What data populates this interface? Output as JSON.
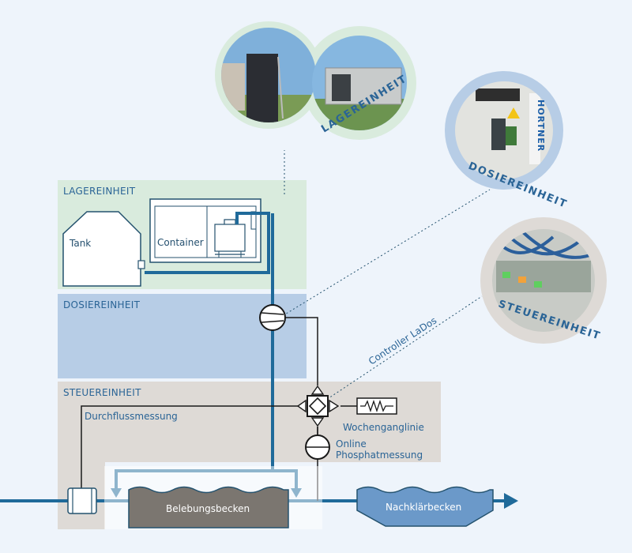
{
  "zones": {
    "lager": "LAGEREINHEIT",
    "dosier": "DOSIEREINHEIT",
    "steuer": "STEUEREINHEIT"
  },
  "labels": {
    "tank": "Tank",
    "container": "Container",
    "controller": "Controller LaDos",
    "durchfluss": "Durchflussmessung",
    "wochen": "Wochenganglinie",
    "online_1": "Online",
    "online_2": "Phosphatmessung",
    "belebung": "Belebungsbecken",
    "nachklaer": "Nachklärbecken"
  },
  "photos": {
    "lager": "LAGEREINHEIT",
    "dosier": "DOSIEREINHEIT",
    "steuer": "STEUEREINHEIT",
    "brand": "HORTNER"
  },
  "colors": {
    "lager_zone": "#d9ebdd",
    "dosier_zone": "#b7cde6",
    "steuer_zone": "#dedad6",
    "pipe": "#1f6a9a",
    "outline": "#24526e",
    "belebung_fill": "#7b7670",
    "nachklaer_fill": "#6b99c9"
  }
}
